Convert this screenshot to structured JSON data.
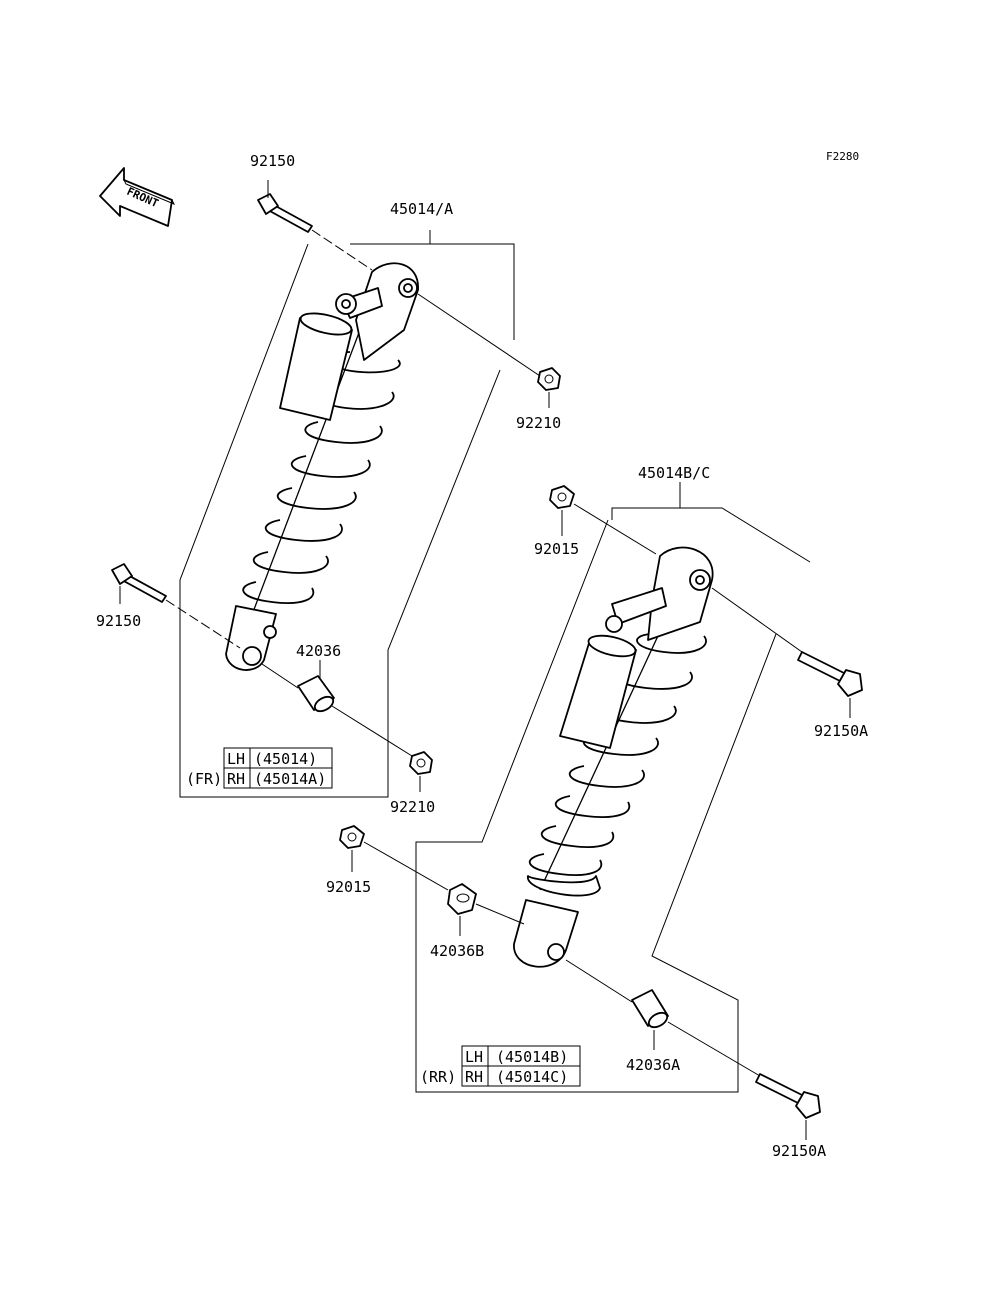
{
  "diagram_code": "F2280",
  "front_label": "FRONT",
  "callouts": {
    "p92150_top": "92150",
    "p45014_a": "45014/A",
    "p92210_top": "92210",
    "p92150_left": "92150",
    "p42036": "42036",
    "p92210_bottom": "92210",
    "p45014_bc": "45014B/C",
    "p92015_top": "92015",
    "p92150a_mid": "92150A",
    "p92015_bottom": "92015",
    "p42036b": "42036B",
    "p42036a": "42036A",
    "p92150a_bottom": "92150A"
  },
  "front_table": {
    "group_label": "(FR)",
    "rows": [
      {
        "side": "LH",
        "part": "(45014)"
      },
      {
        "side": "RH",
        "part": "(45014A)"
      }
    ]
  },
  "rear_table": {
    "group_label": "(RR)",
    "rows": [
      {
        "side": "LH",
        "part": "(45014B)"
      },
      {
        "side": "RH",
        "part": "(45014C)"
      }
    ]
  }
}
